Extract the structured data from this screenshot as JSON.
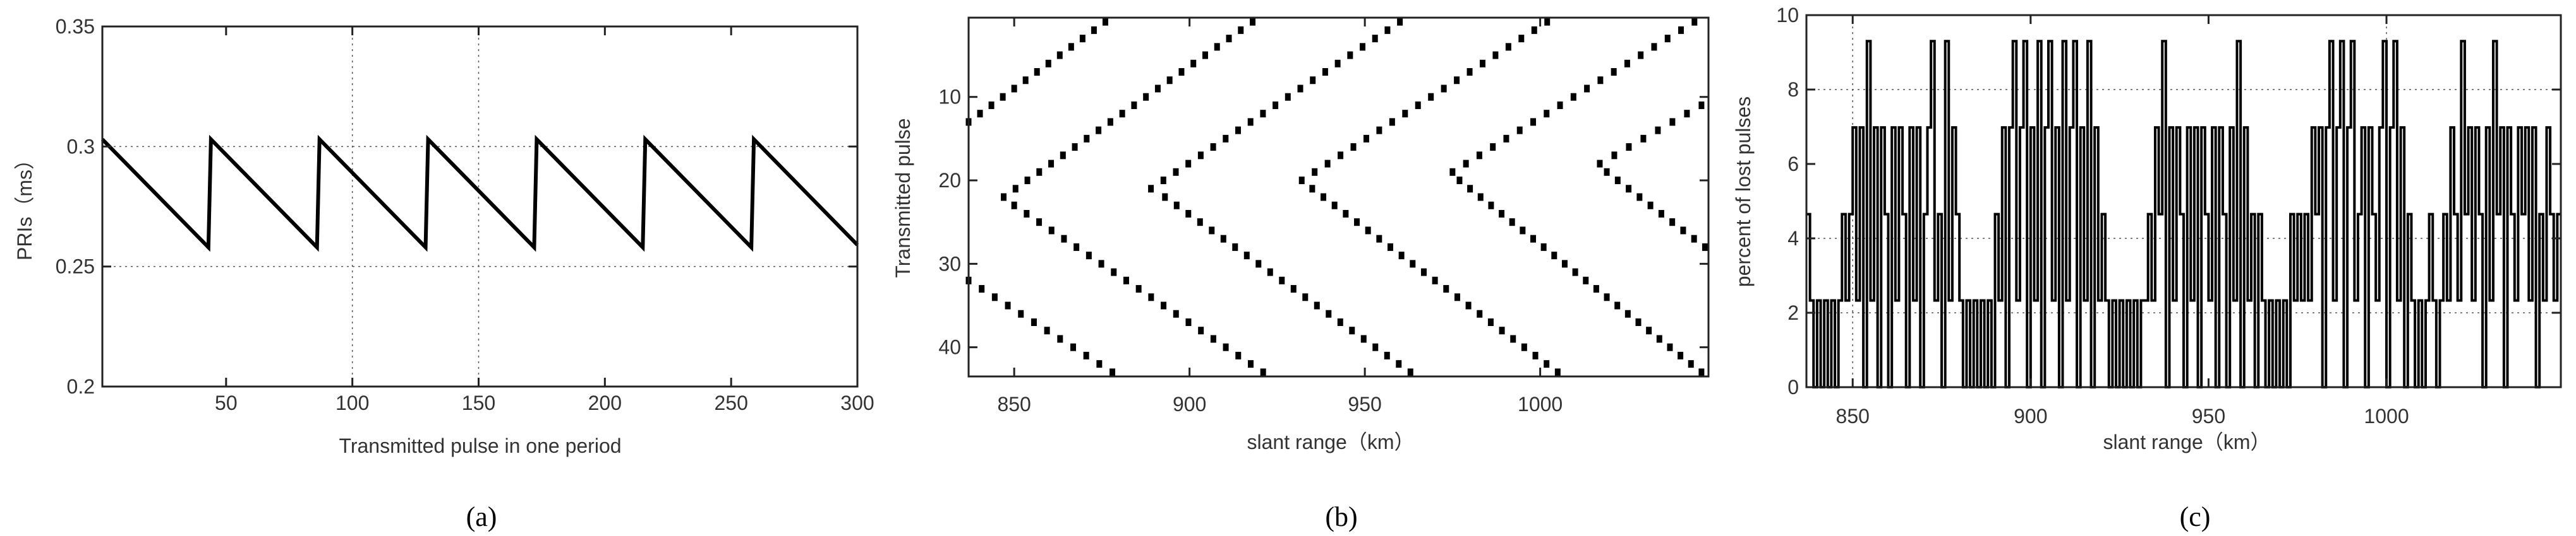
{
  "panel_labels": [
    "(a)",
    "(b)",
    "(c)"
  ],
  "chart_data": [
    {
      "type": "line",
      "xlabel": "Transmitted pulse in one period",
      "ylabel": "PRIs（ms）",
      "xlim": [
        1,
        300
      ],
      "ylim": [
        0.2,
        0.35
      ],
      "xticks": [
        50,
        100,
        150,
        200,
        250,
        300
      ],
      "xtick_labels": [
        "50",
        "100",
        "150",
        "200",
        "250",
        "300"
      ],
      "yticks": [
        0.2,
        0.25,
        0.3,
        0.35
      ],
      "ytick_labels": [
        "0.2",
        "0.25",
        "0.3",
        "0.35"
      ],
      "grid": {
        "x": [
          100,
          150
        ],
        "y": [
          0.25,
          0.3
        ]
      },
      "color": "#000000",
      "series": [
        {
          "points": [
            [
              1,
              0.303
            ],
            [
              43,
              0.258
            ],
            [
              44,
              0.303
            ],
            [
              86,
              0.258
            ],
            [
              87,
              0.303
            ],
            [
              129,
              0.258
            ],
            [
              130,
              0.303
            ],
            [
              172,
              0.258
            ],
            [
              173,
              0.303
            ],
            [
              215,
              0.258
            ],
            [
              216,
              0.303
            ],
            [
              258,
              0.258
            ],
            [
              259,
              0.303
            ],
            [
              300,
              0.259
            ]
          ]
        }
      ]
    },
    {
      "type": "scatter",
      "xlabel": "slant range（km）",
      "ylabel": "Transmitted pulse",
      "xlim": [
        837,
        1048
      ],
      "ylim": [
        0.5,
        43.5
      ],
      "y_reversed": true,
      "xticks": [
        850,
        900,
        950,
        1000
      ],
      "xtick_labels": [
        "850",
        "900",
        "950",
        "1000"
      ],
      "yticks": [
        10,
        20,
        30,
        40
      ],
      "ytick_labels": [
        "10",
        "20",
        "30",
        "40"
      ],
      "grid": {
        "x": [],
        "y": []
      },
      "marker": "square",
      "color": "#000000",
      "echo_tracks": [
        {
          "from": [
            876,
            1
          ],
          "to": [
            837,
            13
          ]
        },
        {
          "from": [
            837,
            32
          ],
          "to": [
            878,
            43
          ]
        },
        {
          "from": [
            918,
            1
          ],
          "to": [
            847,
            22
          ]
        },
        {
          "from": [
            850,
            23
          ],
          "to": [
            921,
            43
          ]
        },
        {
          "from": [
            960,
            1
          ],
          "to": [
            889,
            21
          ]
        },
        {
          "from": [
            893,
            22
          ],
          "to": [
            963,
            43
          ]
        },
        {
          "from": [
            1002,
            1
          ],
          "to": [
            932,
            20
          ]
        },
        {
          "from": [
            935,
            21
          ],
          "to": [
            1005,
            43
          ]
        },
        {
          "from": [
            1044,
            1
          ],
          "to": [
            975,
            19
          ]
        },
        {
          "from": [
            977,
            20
          ],
          "to": [
            1046,
            43
          ]
        },
        {
          "from": [
            1046,
            11
          ],
          "to": [
            1017,
            18
          ]
        },
        {
          "from": [
            1019,
            19
          ],
          "to": [
            1047,
            28
          ]
        }
      ]
    },
    {
      "type": "line",
      "step": true,
      "xlabel": "slant range（km）",
      "ylabel": "percent of lost pulses",
      "xlim": [
        837,
        1049
      ],
      "ylim": [
        0,
        10
      ],
      "xticks": [
        850,
        900,
        950,
        1000
      ],
      "xtick_labels": [
        "850",
        "900",
        "950",
        "1000"
      ],
      "yticks": [
        0,
        2,
        4,
        6,
        8,
        10
      ],
      "ytick_labels": [
        "0",
        "2",
        "4",
        "6",
        "8",
        "10"
      ],
      "grid": {
        "x": [
          850,
          1000
        ],
        "y": [
          2,
          4,
          8
        ]
      },
      "color": "#000000",
      "x_start": 837,
      "x_step": 1,
      "values": [
        4.65,
        2.33,
        0,
        2.33,
        0,
        2.33,
        0,
        2.33,
        0,
        2.33,
        4.65,
        2.33,
        4.65,
        6.98,
        2.33,
        6.98,
        0,
        9.3,
        2.33,
        6.98,
        0,
        6.98,
        4.65,
        0,
        6.98,
        2.33,
        6.98,
        4.65,
        0,
        6.98,
        2.33,
        6.98,
        0,
        4.65,
        6.98,
        9.3,
        2.33,
        4.65,
        0,
        9.3,
        2.33,
        6.98,
        4.65,
        2.33,
        0,
        2.33,
        0,
        2.33,
        0,
        2.33,
        0,
        2.33,
        0,
        4.65,
        2.33,
        6.98,
        0,
        6.98,
        9.3,
        2.33,
        6.98,
        9.3,
        0,
        6.98,
        2.33,
        9.3,
        0,
        6.98,
        9.3,
        2.33,
        6.98,
        0,
        9.3,
        2.33,
        6.98,
        9.3,
        0,
        6.98,
        2.33,
        9.3,
        0,
        6.98,
        2.33,
        4.65,
        2.33,
        0,
        2.33,
        0,
        2.33,
        0,
        2.33,
        0,
        2.33,
        0,
        2.33,
        2.33,
        4.65,
        2.33,
        6.98,
        4.65,
        9.3,
        0,
        6.98,
        2.33,
        6.98,
        4.65,
        0,
        6.98,
        2.33,
        6.98,
        0,
        6.98,
        4.65,
        2.33,
        6.98,
        0,
        6.98,
        4.65,
        0,
        6.98,
        2.33,
        9.3,
        0,
        6.98,
        2.33,
        4.65,
        0,
        4.65,
        2.33,
        0,
        2.33,
        0,
        2.33,
        0,
        2.33,
        0,
        4.65,
        2.33,
        4.65,
        2.33,
        4.65,
        2.33,
        6.98,
        4.65,
        6.98,
        0,
        6.98,
        9.3,
        2.33,
        6.98,
        9.3,
        0,
        6.98,
        9.3,
        2.33,
        4.65,
        6.98,
        0,
        6.98,
        4.65,
        2.33,
        6.98,
        9.3,
        0,
        6.98,
        9.3,
        2.33,
        6.98,
        0,
        4.65,
        2.33,
        0,
        2.33,
        0,
        2.33,
        4.65,
        2.33,
        0,
        2.33,
        4.65,
        2.33,
        6.98,
        4.65,
        2.33,
        9.3,
        4.65,
        6.98,
        2.33,
        6.98,
        4.65,
        0,
        6.98,
        2.33,
        9.3,
        4.65,
        6.98,
        0,
        6.98,
        4.65,
        2.33,
        6.98,
        4.65,
        6.98,
        2.33,
        6.98,
        0,
        4.65,
        2.33,
        6.98,
        4.65,
        2.33,
        4.65
      ]
    }
  ]
}
